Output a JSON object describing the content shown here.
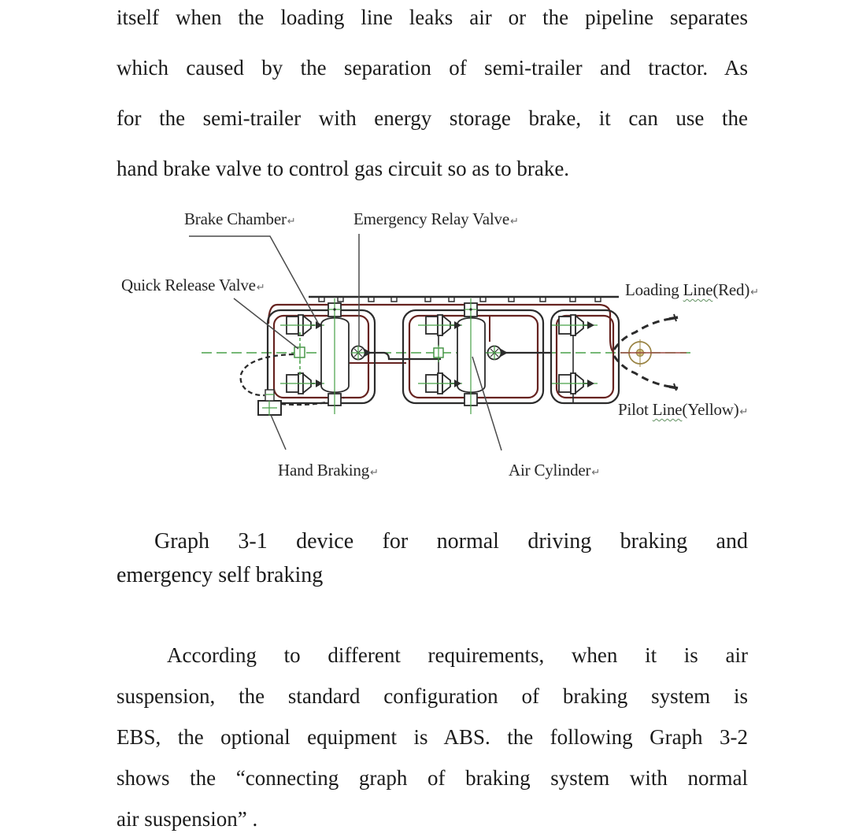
{
  "page": {
    "background": "#ffffff",
    "text_color": "#1b1b1b"
  },
  "paragraph_top": {
    "lines": [
      "itself when the loading line leaks air or the pipeline separates",
      "which caused by the separation of semi-trailer and tractor. As",
      "for the semi-trailer with energy storage brake, it can use the",
      "hand brake valve to control gas circuit so as to brake."
    ]
  },
  "diagram": {
    "labels": {
      "brake_chamber": "Brake Chamber",
      "emergency_relay_valve": "Emergency Relay Valve",
      "quick_release_valve": "Quick Release Valve",
      "loading_line_prefix": "Loading ",
      "loading_line_wavy": "Line",
      "loading_line_suffix": "(Red)",
      "pilot_line_prefix": "Pilot ",
      "pilot_line_wavy": "Line",
      "pilot_line_suffix": "(Yellow)",
      "hand_braking": "Hand Braking",
      "air_cylinder": "Air Cylinder"
    },
    "return_mark": "↵",
    "colors": {
      "line_black": "#2b2b2b",
      "pipe_red": "#662320",
      "centerline_green": "#48a048",
      "fitting_green": "#3d8f3d",
      "coupling_olive": "#9a8444",
      "coupling_inner_fill": "#d2c27c",
      "coupling_red": "#9a4a42",
      "leader_gray": "#4a4a4a",
      "component_fill": "#ffffff"
    }
  },
  "caption": {
    "line1": "Graph 3-1 device for normal driving braking and",
    "line2": "emergency self braking"
  },
  "paragraph_bottom": {
    "lines": [
      "According to different requirements, when it is air",
      "suspension, the standard configuration of braking system is",
      "EBS, the optional equipment is ABS. the following Graph 3-2",
      "shows the “connecting graph of braking system with normal",
      "air suspension” ."
    ]
  }
}
